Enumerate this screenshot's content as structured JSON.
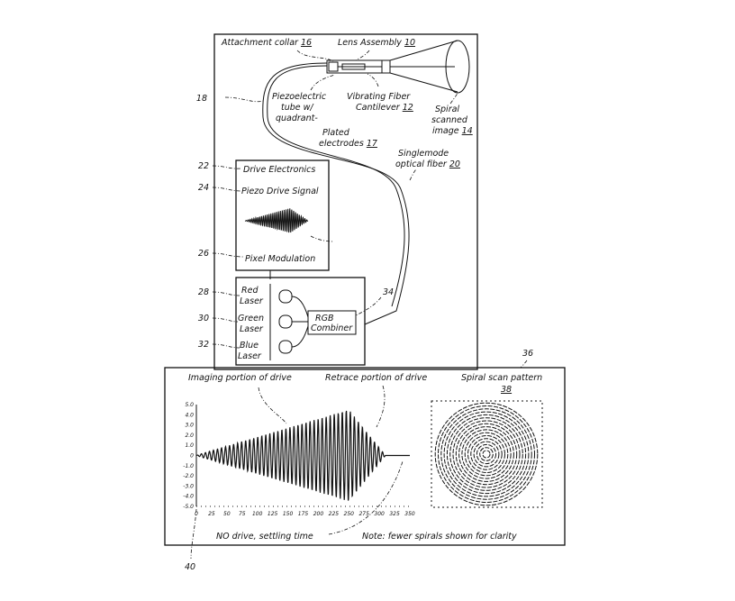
{
  "top": {
    "attachment_collar": "Attachment collar",
    "attachment_collar_ref": "16",
    "lens_assembly": "Lens Assembly",
    "lens_assembly_ref": "10",
    "piezo_1": "Piezoelectric",
    "piezo_2": "tube w/",
    "piezo_3": "quadrant-",
    "plated_1": "Plated",
    "plated_2": "electrodes",
    "plated_ref": "17",
    "cantilever_1": "Vibrating Fiber",
    "cantilever_2": "Cantilever",
    "cantilever_ref": "12",
    "spiral_1": "Spiral",
    "spiral_2": "scanned",
    "spiral_3": "image",
    "spiral_ref": "14",
    "fiber_1": "Singlemode",
    "fiber_2": "optical fiber",
    "fiber_ref": "20",
    "ref_18": "18"
  },
  "drive": {
    "title": "Drive Electronics",
    "signal": "Piezo Drive Signal",
    "pixel": "Pixel Modulation",
    "ref_22": "22",
    "ref_24": "24",
    "ref_26": "26"
  },
  "lasers": {
    "red_1": "Red",
    "red_2": "Laser",
    "green_1": "Green",
    "green_2": "Laser",
    "blue_1": "Blue",
    "blue_2": "Laser",
    "combiner_1": "RGB",
    "combiner_2": "Combiner",
    "ref_28": "28",
    "ref_30": "30",
    "ref_32": "32",
    "ref_34": "34"
  },
  "bottom": {
    "imaging": "Imaging portion of drive",
    "retrace": "Retrace portion of drive",
    "spiral_pattern": "Spiral scan pattern",
    "spiral_ref": "38",
    "no_drive": "NO drive, settling time",
    "note": "Note: fewer spirals shown for clarity",
    "ref_36": "36",
    "ref_40": "40"
  },
  "chart_data": {
    "type": "line",
    "title": "",
    "xlabel": "",
    "ylabel": "",
    "x_ticks": [
      "0",
      "25",
      "50",
      "75",
      "100",
      "125",
      "150",
      "175",
      "200",
      "225",
      "250",
      "275",
      "300",
      "325",
      "350"
    ],
    "y_ticks": [
      "5.0",
      "4.0",
      "3.0",
      "2.0",
      "1.0",
      "0",
      "-1.0",
      "-2.0",
      "-3.0",
      "-4.0",
      "-5.0"
    ],
    "xlim": [
      0,
      350
    ],
    "ylim": [
      -5,
      5
    ],
    "series": [
      {
        "name": "Piezo drive signal",
        "description_points": [
          [
            0,
            0
          ],
          [
            10,
            0.2
          ],
          [
            250,
            4.5
          ],
          [
            310,
            0
          ],
          [
            350,
            0
          ]
        ]
      }
    ]
  }
}
